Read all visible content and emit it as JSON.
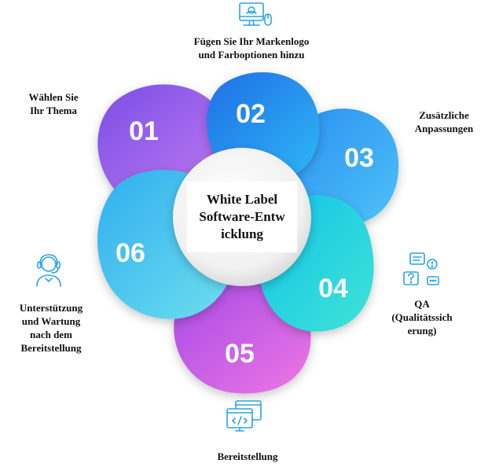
{
  "center": {
    "line1": "White Label",
    "line2": "Software-Entw",
    "line3": "icklung"
  },
  "petals": [
    {
      "number": "01",
      "color_from": "#7b4dea",
      "color_to": "#b06df2"
    },
    {
      "number": "02",
      "color_from": "#2a7be8",
      "color_to": "#35b6f3"
    },
    {
      "number": "03",
      "color_from": "#2e9cf0",
      "color_to": "#47c2f7"
    },
    {
      "number": "04",
      "color_from": "#18c8e6",
      "color_to": "#34e0d9"
    },
    {
      "number": "05",
      "color_from": "#b84de6",
      "color_to": "#e570e8"
    },
    {
      "number": "06",
      "color_from": "#2fb6ef",
      "color_to": "#52d6f0"
    }
  ],
  "steps": {
    "s01": {
      "line1": "Wählen Sie",
      "line2": "Ihr Thema"
    },
    "s02": {
      "line1": "Fügen Sie Ihr Markenlogo",
      "line2": "und Farboptionen hinzu"
    },
    "s03": {
      "line1": "Zusätzliche",
      "line2": "Anpassungen"
    },
    "s04": {
      "line1": "QA",
      "line2": "(Qualitätssich",
      "line3": "erung)"
    },
    "s05": {
      "line1": "Bereitstellung"
    },
    "s06": {
      "line1": "Unterstützung",
      "line2": "und Wartung",
      "line3": "nach dem",
      "line4": "Bereitstellung"
    }
  },
  "icons": {
    "s02": "computer-mouse-icon",
    "s04": "question-chat-icon",
    "s05": "code-monitor-icon",
    "s06": "support-headset-icon"
  },
  "accent": "#2aa3e6"
}
